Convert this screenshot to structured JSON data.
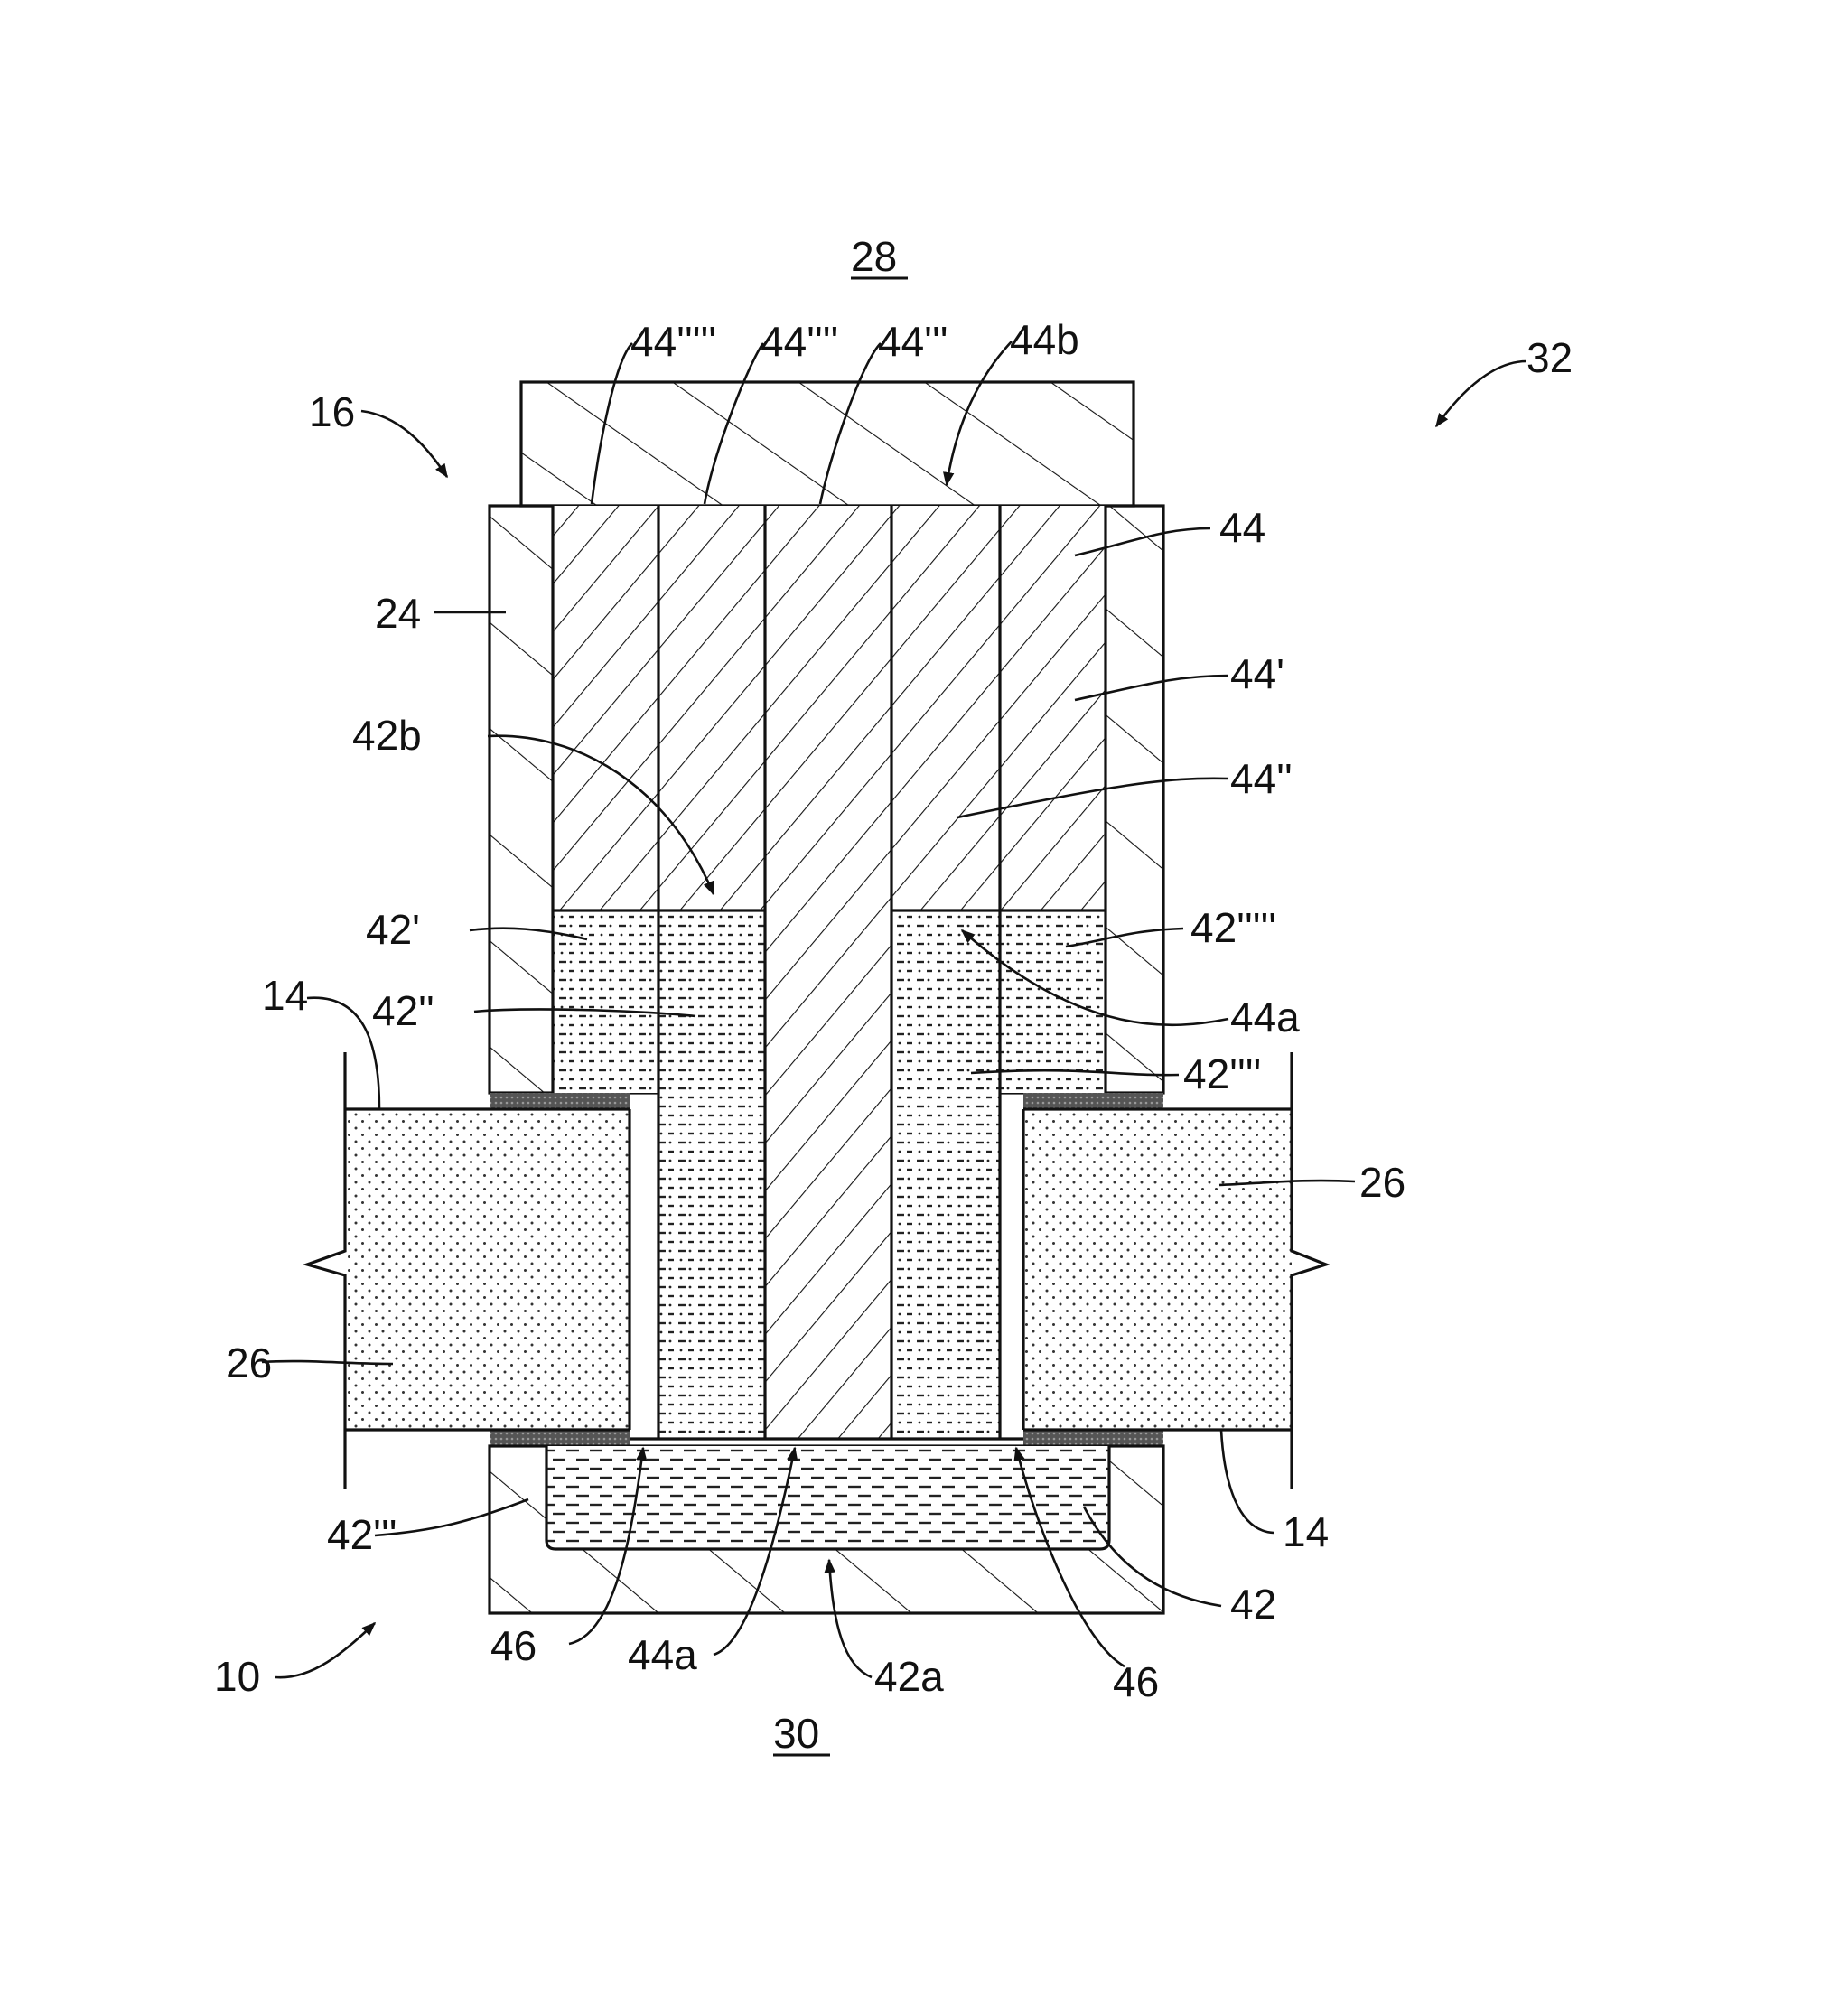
{
  "figure": {
    "labels": {
      "ref_28": "28",
      "ref_30": "30",
      "ref_32": "32",
      "ref_16": "16",
      "ref_10": "10",
      "ref_24": "24",
      "ref_14_left": "14",
      "ref_14_right": "14",
      "ref_26_left": "26",
      "ref_26_right": "26",
      "ref_44": "44",
      "ref_44p": "44'",
      "ref_44pp": "44''",
      "ref_44ppp": "44'''",
      "ref_44pppp": "44''''",
      "ref_44ppppp": "44'''''",
      "ref_44a_upper": "44a",
      "ref_44a_lower": "44a",
      "ref_44b": "44b",
      "ref_42": "42",
      "ref_42p": "42'",
      "ref_42pp": "42''",
      "ref_42ppp": "42'''",
      "ref_42pppp": "42''''",
      "ref_42ppppp": "42'''''",
      "ref_42a": "42a",
      "ref_42b": "42b",
      "ref_46_left": "46",
      "ref_46_right": "46"
    }
  }
}
